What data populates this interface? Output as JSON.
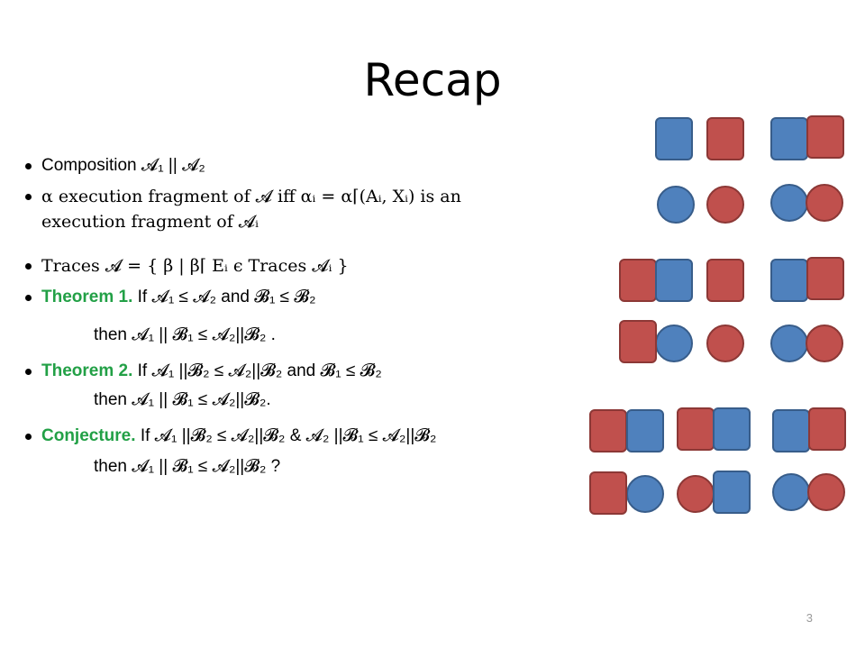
{
  "slide": {
    "title": "Recap",
    "page_number": "3"
  },
  "bullets": [
    "Composition 𝓐₁ || 𝓐₂",
    "α execution fragment of 𝓐 iff αᵢ = α⌈(Aᵢ, Xᵢ) is an",
    "execution fragment of 𝓐ᵢ",
    "Traces 𝓐 = { β |  β⌈ Eᵢ ϵ Traces 𝓐ᵢ }",
    "Theorem 1.",
    "If 𝓐₁ ≤ 𝓐₂ and 𝓑₁ ≤ 𝓑₂",
    "then 𝓐₁ || 𝓑₁ ≤  𝓐₂||𝓑₂ .",
    "Theorem 2.",
    "If 𝓐₁ ||𝓑₂ ≤ 𝓐₂||𝓑₂ and 𝓑₁ ≤ 𝓑₂",
    "then 𝓐₁ || 𝓑₁ ≤ 𝓐₂||𝓑₂.",
    "Conjecture.",
    "If 𝓐₁ ||𝓑₂ ≤ 𝓐₂||𝓑₂ & 𝓐₂ ||𝓑₁ ≤ 𝓐₂||𝓑₂",
    "then 𝓐₁ || 𝓑₁ ≤ 𝓐₂||𝓑₂ ?"
  ],
  "colors": {
    "blue_fill": "#4f81bd",
    "blue_stroke": "#385d8a",
    "red_fill": "#c0504d",
    "red_stroke": "#8c3836",
    "label_green": "#22a046"
  }
}
